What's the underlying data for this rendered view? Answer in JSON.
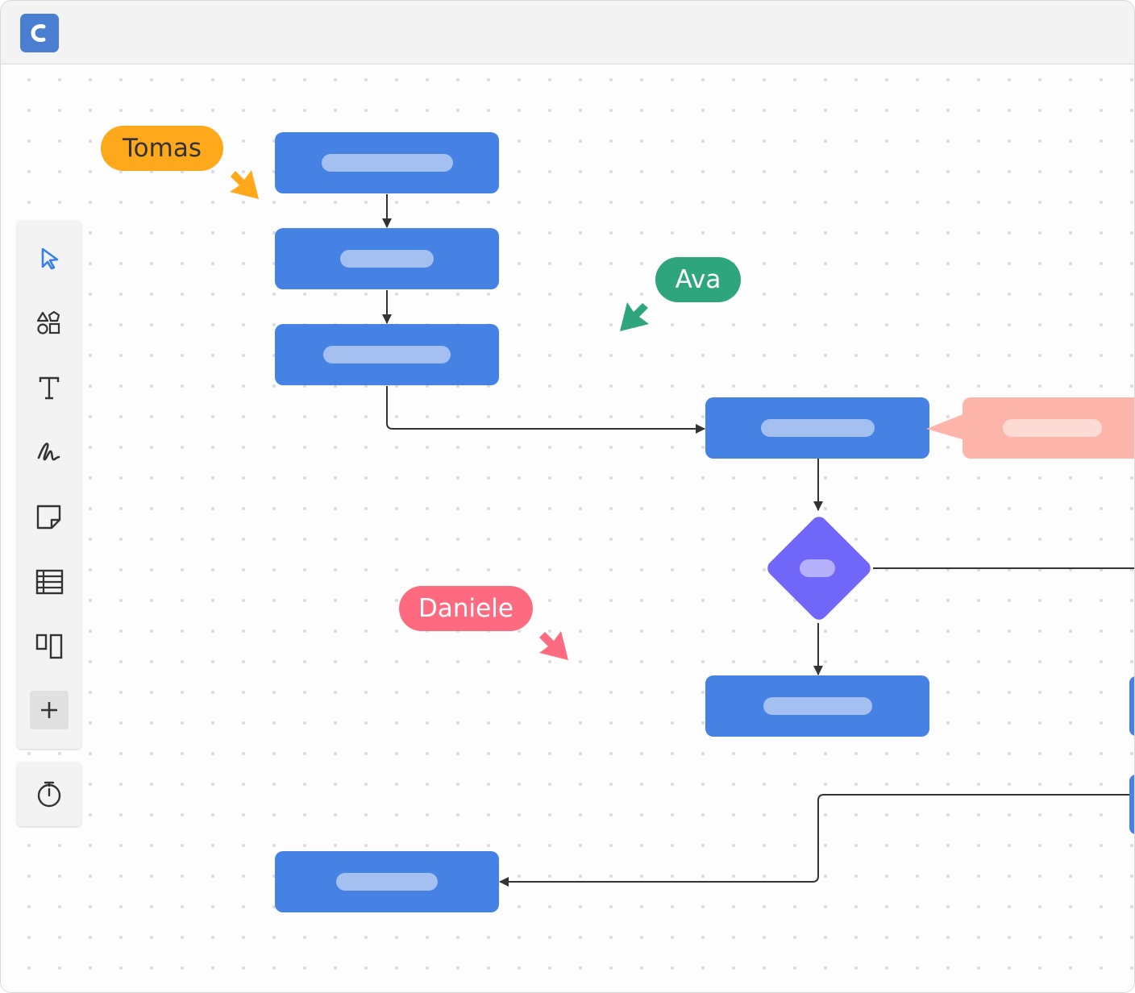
{
  "app": {
    "logo_icon": "app-logo-c-icon",
    "accent_color": "#4a7ed1"
  },
  "toolbar": {
    "tools": [
      {
        "id": "select",
        "icon": "cursor-pointer-icon",
        "active": true
      },
      {
        "id": "shapes",
        "icon": "shapes-icon"
      },
      {
        "id": "text",
        "icon": "text-icon"
      },
      {
        "id": "pen",
        "icon": "pen-icon"
      },
      {
        "id": "sticky-note",
        "icon": "sticky-note-icon"
      },
      {
        "id": "table",
        "icon": "table-icon"
      },
      {
        "id": "frame",
        "icon": "frame-icon"
      },
      {
        "id": "more",
        "icon": "plus-icon"
      }
    ],
    "timer": {
      "icon": "timer-icon"
    }
  },
  "collaborators": [
    {
      "name": "Tomas",
      "color": "#ffa81c",
      "text_color": "#333333"
    },
    {
      "name": "Ava",
      "color": "#2ea57c",
      "text_color": "#ffffff"
    },
    {
      "name": "Daniele",
      "color": "#fe6b81",
      "text_color": "#ffffff"
    }
  ],
  "diagram": {
    "node_color": "#4582e3",
    "decision_color": "#7066f8",
    "comment_color": "#fdb5aa",
    "connector_color": "#333333"
  }
}
